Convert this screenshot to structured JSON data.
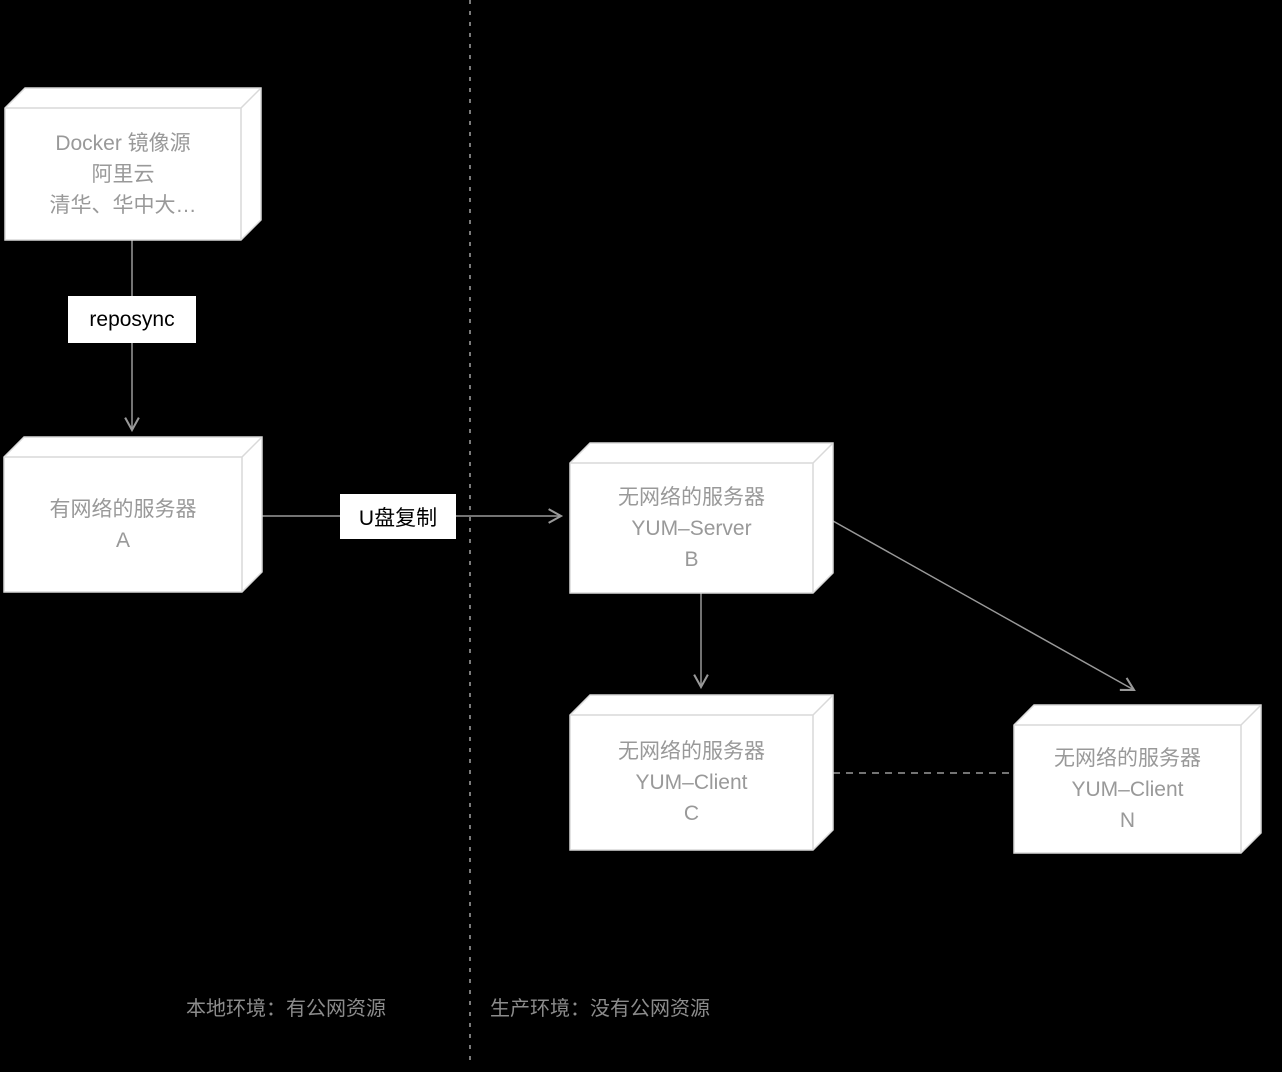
{
  "diagram": {
    "nodes": {
      "source": {
        "lines": [
          "Docker 镜像源",
          "阿里云",
          "清华、华中大…"
        ]
      },
      "server_a": {
        "lines": [
          "有网络的服务器",
          "A"
        ]
      },
      "yum_server_b": {
        "lines": [
          "无网络的服务器",
          "YUM–Server",
          "B"
        ]
      },
      "yum_client_c": {
        "lines": [
          "无网络的服务器",
          "YUM–Client",
          "C"
        ]
      },
      "yum_client_n": {
        "lines": [
          "无网络的服务器",
          "YUM–Client",
          "N"
        ]
      }
    },
    "edge_labels": {
      "reposync": "reposync",
      "usb_copy": "U盘复制"
    },
    "captions": {
      "local": "本地环境：有公网资源",
      "production": "生产环境：没有公网资源"
    },
    "colors": {
      "background": "#000000",
      "node_fill": "#ffffff",
      "node_stroke": "#d9d9d9",
      "node_text": "#999999",
      "edge": "#999999",
      "label_bg": "#ffffff",
      "label_text": "#000000",
      "caption_text": "#8c8c8c"
    }
  }
}
